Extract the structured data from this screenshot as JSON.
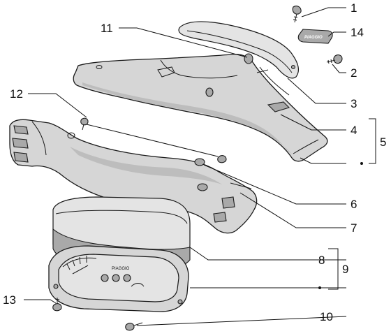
{
  "diagram": {
    "callouts": [
      {
        "id": "c1",
        "text": "1"
      },
      {
        "id": "c2",
        "text": "2"
      },
      {
        "id": "c3",
        "text": "3"
      },
      {
        "id": "c4",
        "text": "4"
      },
      {
        "id": "c5",
        "text": "5"
      },
      {
        "id": "c6",
        "text": "6"
      },
      {
        "id": "c7",
        "text": "7"
      },
      {
        "id": "c8",
        "text": "8"
      },
      {
        "id": "c9",
        "text": "9"
      },
      {
        "id": "c10",
        "text": "10"
      },
      {
        "id": "c11",
        "text": "11"
      },
      {
        "id": "c12",
        "text": "12"
      },
      {
        "id": "c13",
        "text": "13"
      },
      {
        "id": "c14",
        "text": "14"
      }
    ],
    "badge_text": "PIAGGIO",
    "gauge_text": "PIAGGIO",
    "colors": {
      "line": "#1a1a1a",
      "fill": "#d6d6d6",
      "background": "#ffffff"
    }
  }
}
